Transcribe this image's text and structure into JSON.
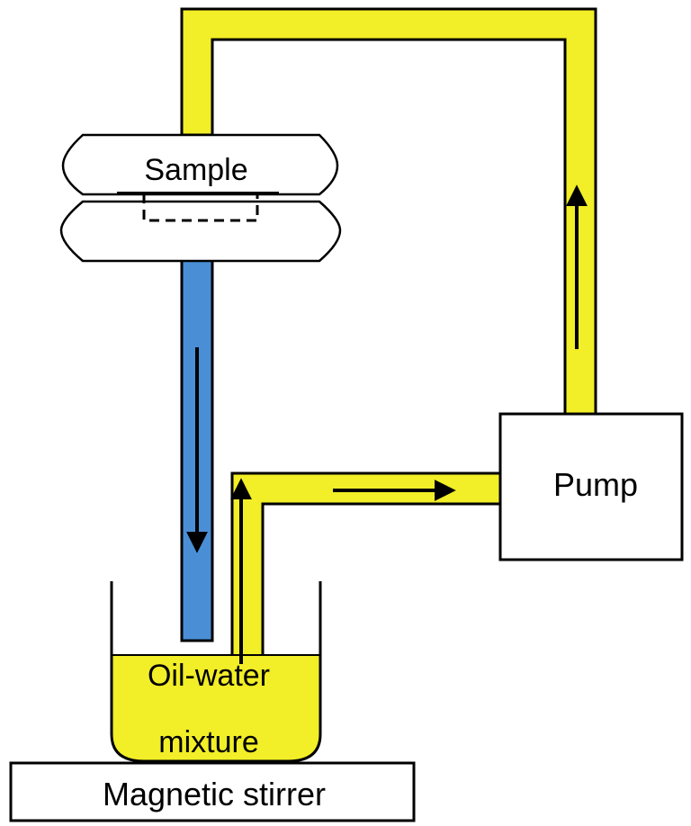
{
  "labels": {
    "sample": "Sample",
    "pump": "Pump",
    "mixture_line1": "Oil-water",
    "mixture_line2": "mixture",
    "stirrer": "Magnetic stirrer"
  },
  "colors": {
    "tube_yellow": "#f2ee27",
    "tube_blue": "#4a8fd6",
    "liquid": "#f2ee27",
    "outline": "#000000",
    "background": "#ffffff"
  }
}
